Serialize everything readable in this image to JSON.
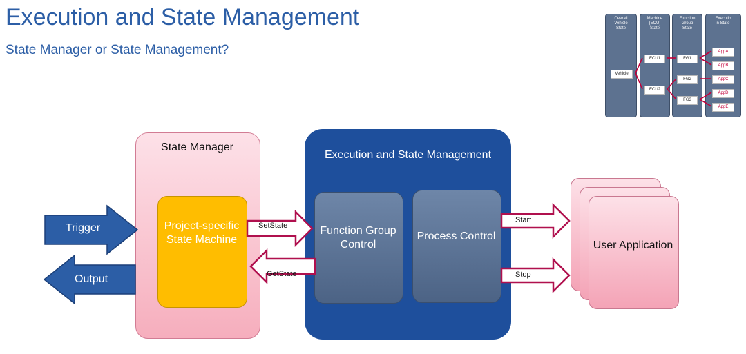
{
  "slide": {
    "title": "Execution and State Management",
    "subtitle": "State Manager or State Management?"
  },
  "mini_diagram": {
    "columns": [
      {
        "header": "Overall\nVehicle\nState",
        "boxes": [
          "Vehicle"
        ]
      },
      {
        "header": "Machine\n(ECU)\nState",
        "boxes": [
          "ECU1",
          "ECU2"
        ]
      },
      {
        "header": "Function\nGroup\nState",
        "boxes": [
          "FG1",
          "FG2",
          "FG3"
        ]
      },
      {
        "header": "Executio\nn State",
        "boxes": [
          "AppA",
          "AppB",
          "AppC",
          "AppD",
          "AppE"
        ]
      }
    ],
    "colors": {
      "column": "#5d7290",
      "connector": "#c4003a"
    }
  },
  "diagram": {
    "state_manager": {
      "title": "State Manager",
      "inner": "Project-specific State Machine"
    },
    "esm": {
      "title": "Execution and State Management"
    },
    "function_group_control": "Function Group Control",
    "process_control": "Process Control",
    "user_application": "User Application",
    "inputs": {
      "trigger": "Trigger",
      "output": "Output"
    },
    "arrows": {
      "set_state": "SetState",
      "get_state": "GetState",
      "start": "Start",
      "stop": "Stop"
    },
    "colors": {
      "esm": "#1e4f9c",
      "state_manager": "#f6aebd",
      "state_machine": "#ffbd00",
      "arrow_outline": "#b0104e",
      "big_arrow": "#2c5ea6"
    }
  }
}
